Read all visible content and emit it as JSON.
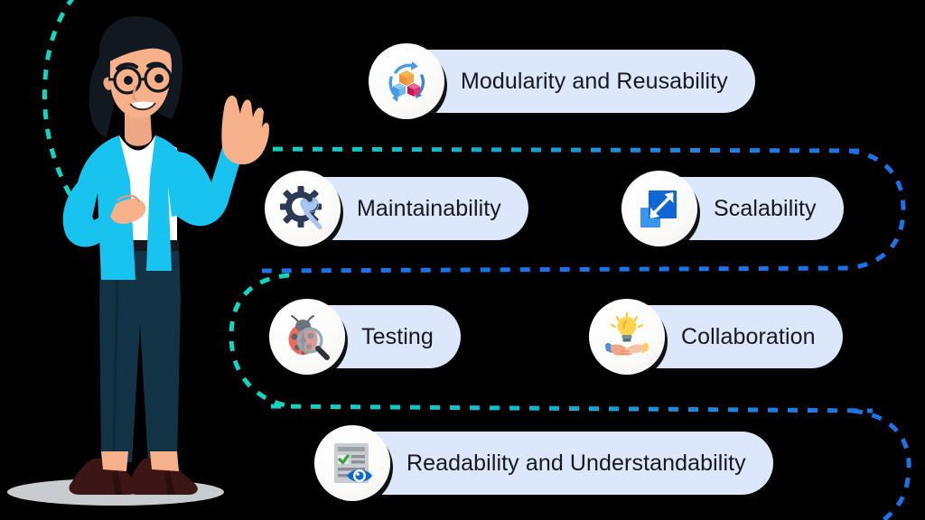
{
  "theme": {
    "background": "#000000",
    "pill_fill": "#dce7fc",
    "pill_text": "#16181d",
    "badge_fill": "#fbfbfa",
    "connector_teal": "#0fd6c0",
    "connector_blue": "#1b73e8",
    "character_jacket": "#18c4ef",
    "character_pants": "#123346",
    "character_skin": "#f6b08a",
    "character_hair": "#111820",
    "character_shoes": "#3c1616",
    "character_shadow": "#c9ccce"
  },
  "items": [
    {
      "id": "modularity",
      "label": "Modularity and Reusability",
      "icon": "modularity-cubes-icon"
    },
    {
      "id": "maintainability",
      "label": "Maintainability",
      "icon": "gear-wrench-icon"
    },
    {
      "id": "scalability",
      "label": "Scalability",
      "icon": "resize-arrow-icon"
    },
    {
      "id": "testing",
      "label": "Testing",
      "icon": "bug-magnifier-icon"
    },
    {
      "id": "collaboration",
      "label": "Collaboration",
      "icon": "handshake-bulb-icon"
    },
    {
      "id": "readability",
      "label": "Readability and Understandability",
      "icon": "document-eye-icon"
    }
  ],
  "character": {
    "name": "waving-woman-illustration",
    "description": "Woman with glasses waving, cyan blazer, navy trousers"
  },
  "connectors": [
    {
      "id": "teal-top-arc",
      "color": "#0fd6c0"
    },
    {
      "id": "row1-row2-dashed",
      "color": "gradient-teal-blue"
    },
    {
      "id": "blue-right-loop",
      "color": "#1b73e8"
    },
    {
      "id": "teal-left-loop",
      "color": "#0fd6c0"
    },
    {
      "id": "row3-row4-dashed",
      "color": "gradient-teal-blue"
    },
    {
      "id": "blue-bottom-right-arc",
      "color": "#1b73e8"
    }
  ]
}
